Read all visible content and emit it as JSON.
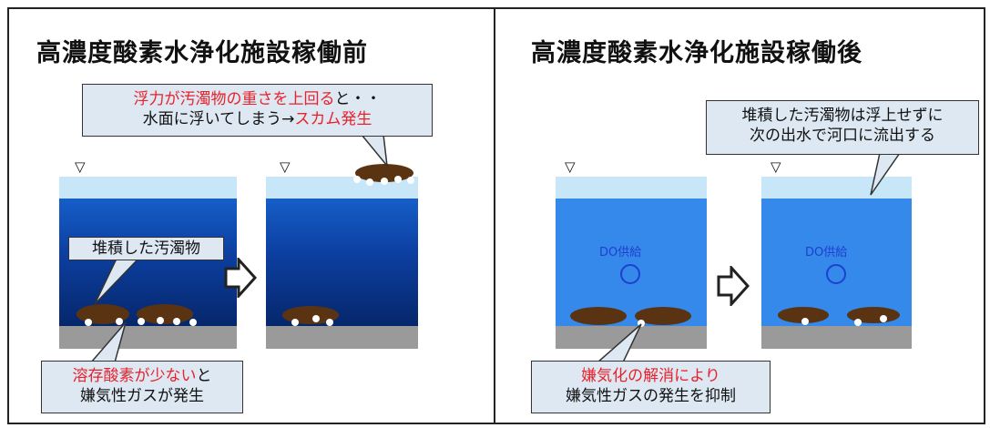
{
  "before": {
    "title": "高濃度酸素水浄化施設稼働前",
    "callout_scum_line1_red": "浮力が汚濁物の重さを上回る",
    "callout_scum_line1_black": "と・・",
    "callout_scum_line2_black": "水面に浮いてしまう→",
    "callout_scum_line2_red": "スカム発生",
    "callout_sediment": "堆積した汚濁物",
    "callout_oxygen_line1_red": "溶存酸素が少ない",
    "callout_oxygen_line1_black": "と",
    "callout_oxygen_line2": "嫌気性ガスが発生"
  },
  "after": {
    "title": "高濃度酸素水浄化施設稼働後",
    "callout_outflow_line1": "堆積した汚濁物は浮上せずに",
    "callout_outflow_line2": "次の出水で河口に流出する",
    "do_label_left": "DO供給",
    "do_label_right": "DO供給",
    "callout_resolve_line1": "嫌気化の解消により",
    "callout_resolve_line2": "嫌気性ガスの発生を抑制"
  },
  "water_level_symbol": "▽",
  "colors": {
    "red_text": "#e8222b",
    "callout_fill": "#dde8f3",
    "sludge": "#5a3412",
    "do_blue": "#1f3fd1"
  }
}
